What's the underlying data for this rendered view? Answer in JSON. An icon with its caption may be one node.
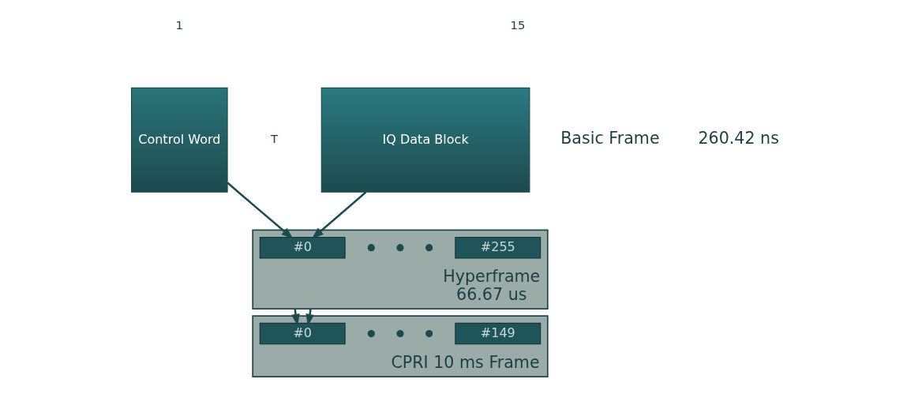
{
  "diagram": {
    "nodes": [
      {
        "text": [
          "Control Word"
        ]
      },
      {
        "text": [
          "IQ Data Block"
        ]
      },
      {
        "text": [
          "Hyperframe",
          "66.67 us"
        ]
      },
      {
        "text": [
          "#0"
        ],
        "in": 2
      },
      {
        "text": [],
        "shape": "circle",
        "in": 2
      },
      {
        "text": [],
        "shape": "circle",
        "in": 2
      },
      {
        "text": [],
        "shape": "circle",
        "in": 2
      },
      {
        "text": [
          "#255"
        ],
        "in": 2
      },
      {
        "text": [
          "CPRI 10 ms Frame"
        ]
      },
      {
        "text": [
          "#0"
        ],
        "in": 8
      },
      {
        "text": [],
        "shape": "circle",
        "in": 8
      },
      {
        "text": [],
        "shape": "circle",
        "in": 8
      },
      {
        "text": [],
        "shape": "circle",
        "in": 8
      },
      {
        "text": [
          "#149"
        ],
        "in": 8
      }
    ],
    "edges": [
      {
        "from": 0,
        "to": 3,
        "arrow": "to"
      },
      {
        "from": 1,
        "to": 3,
        "arrow": "to"
      },
      {
        "from": 2,
        "to": 9,
        "arrow": "to"
      },
      {
        "from": 2,
        "to": 9,
        "arrow": "to"
      }
    ],
    "labels": [
      "1",
      "15",
      "T",
      "Basic Frame",
      "260.42 ns"
    ]
  }
}
